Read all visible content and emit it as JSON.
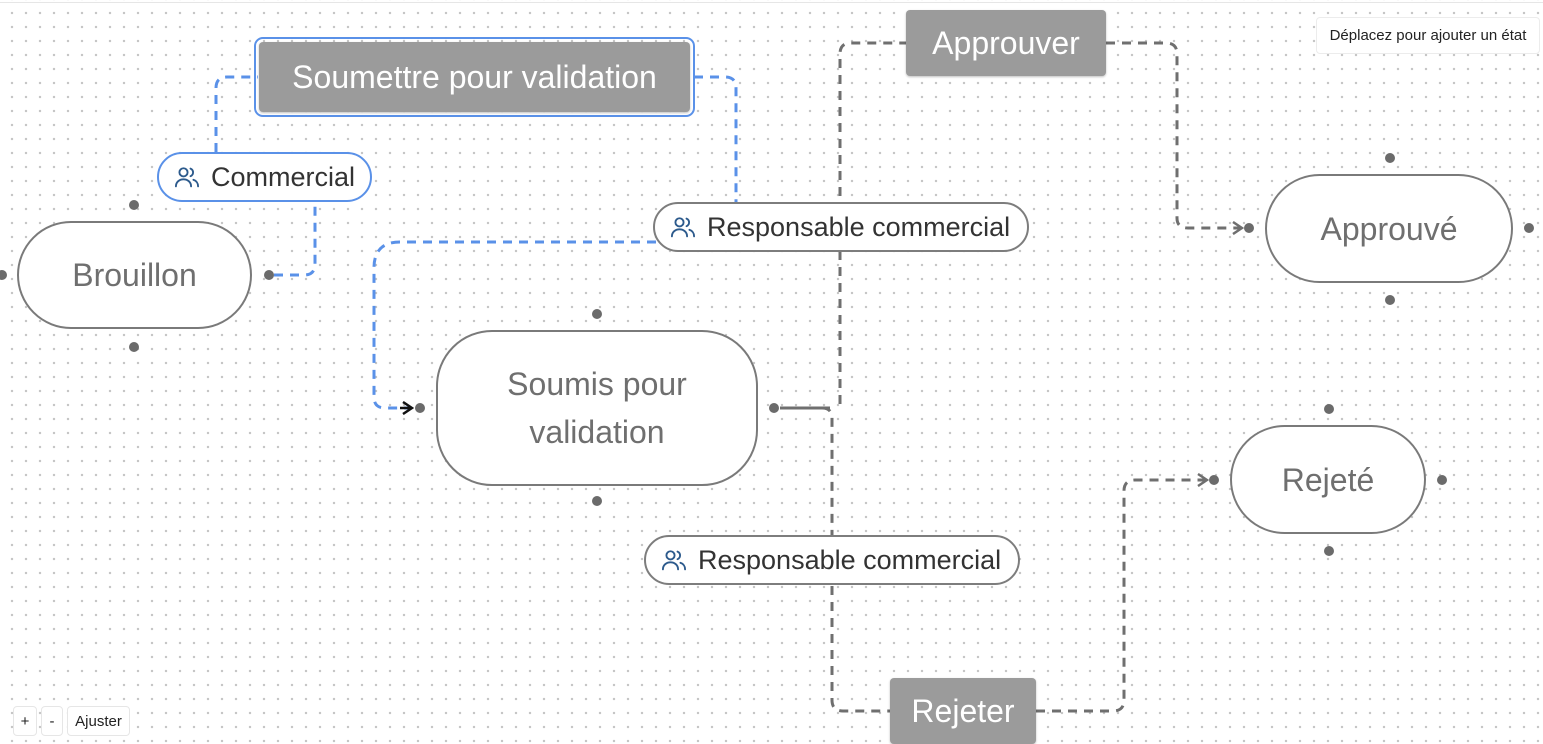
{
  "canvas_hint": "Déplacez pour ajouter un état",
  "zoom_controls": {
    "zoom_in": "+",
    "zoom_out": "-",
    "fit": "Ajuster"
  },
  "states": {
    "draft": "Brouillon",
    "submitted": "Soumis pour validation",
    "approved": "Approuvé",
    "rejected": "Rejeté"
  },
  "transitions": {
    "submit": {
      "action": "Soumettre pour validation",
      "role": "Commercial"
    },
    "approve": {
      "action": "Approuver",
      "role": "Responsable commercial"
    },
    "reject": {
      "action": "Rejeter",
      "role": "Responsable commercial"
    }
  },
  "colors": {
    "selected_edge": "#5a91e8",
    "edge": "#6f6f6f",
    "action_fill": "#9b9b9b",
    "state_border": "#7a7a7a"
  },
  "icons": {
    "role": "users-icon"
  }
}
